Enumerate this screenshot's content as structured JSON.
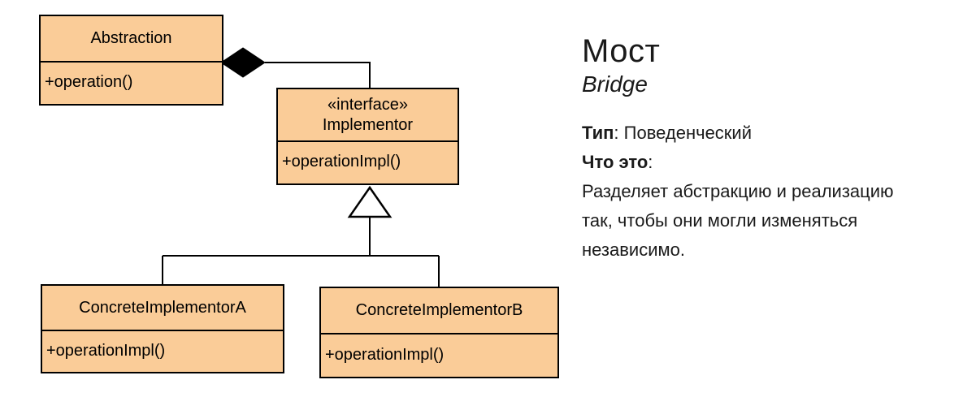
{
  "diagram": {
    "fill_color": "#FACC98",
    "border_color": "#000000",
    "classes": [
      {
        "name": "Abstraction",
        "stereotype": "",
        "methods": [
          "+operation()"
        ]
      },
      {
        "name": "Implementor",
        "stereotype": "«interface»",
        "methods": [
          "+operationImpl()"
        ]
      },
      {
        "name": "ConcreteImplementorA",
        "stereotype": "",
        "methods": [
          "+operationImpl()"
        ]
      },
      {
        "name": "ConcreteImplementorB",
        "stereotype": "",
        "methods": [
          "+operationImpl()"
        ]
      }
    ],
    "relationships": [
      {
        "type": "composition",
        "from": "Abstraction",
        "to": "Implementor"
      },
      {
        "type": "generalization",
        "from": "ConcreteImplementorA",
        "to": "Implementor"
      },
      {
        "type": "generalization",
        "from": "ConcreteImplementorB",
        "to": "Implementor"
      }
    ]
  },
  "info": {
    "title": "Мост",
    "subtitle": "Bridge",
    "type_label": "Тип",
    "type_value": ": Поведенческий",
    "what_label": "Что это",
    "what_colon": ":",
    "description_lines": [
      "Разделяет абстракцию и реализацию",
      "так, чтобы они могли изменяться",
      "независимо."
    ]
  }
}
